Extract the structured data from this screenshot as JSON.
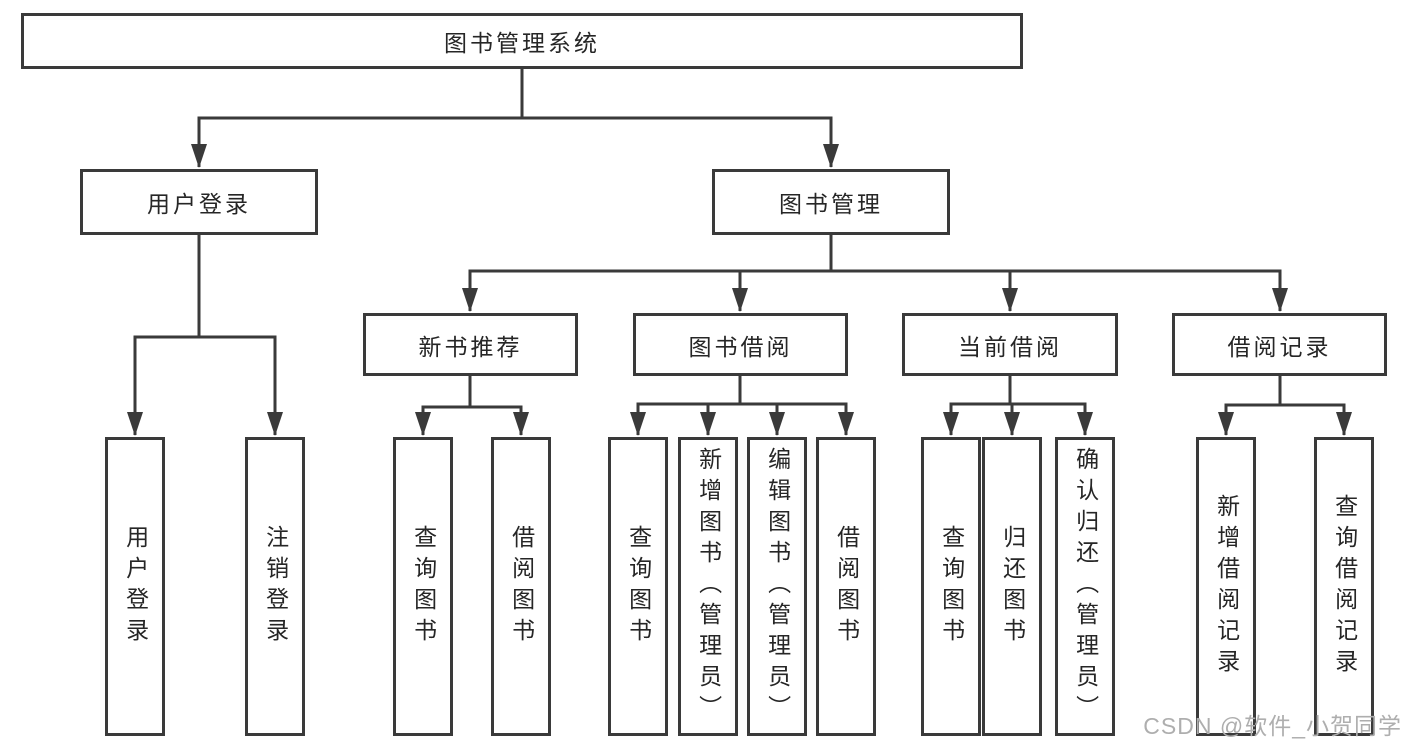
{
  "diagram_title": "图书管理系统",
  "nodes": {
    "root": "图书管理系统",
    "user_login": "用户登录",
    "book_mgmt": "图书管理",
    "new_book": "新书推荐",
    "book_borrow": "图书借阅",
    "current_borrow": "当前借阅",
    "borrow_record": "借阅记录",
    "leaf_user_login": "用户登录",
    "leaf_logout": "注销登录",
    "leaf_nb_query": "查询图书",
    "leaf_nb_borrow": "借阅图书",
    "leaf_bb_query": "查询图书",
    "leaf_bb_add": "新增图书（管理员）",
    "leaf_bb_edit": "编辑图书（管理员）",
    "leaf_bb_borrow": "借阅图书",
    "leaf_cb_query": "查询图书",
    "leaf_cb_return": "归还图书",
    "leaf_cb_confirm": "确认归还（管理员）",
    "leaf_br_add": "新增借阅记录",
    "leaf_br_query": "查询借阅记录"
  },
  "hierarchy": {
    "图书管理系统": [
      "用户登录",
      "图书管理"
    ],
    "用户登录": [
      "用户登录",
      "注销登录"
    ],
    "图书管理": [
      "新书推荐",
      "图书借阅",
      "当前借阅",
      "借阅记录"
    ],
    "新书推荐": [
      "查询图书",
      "借阅图书"
    ],
    "图书借阅": [
      "查询图书",
      "新增图书（管理员）",
      "编辑图书（管理员）",
      "借阅图书"
    ],
    "当前借阅": [
      "查询图书",
      "归还图书",
      "确认归还（管理员）"
    ],
    "借阅记录": [
      "新增借阅记录",
      "查询借阅记录"
    ]
  },
  "watermark": {
    "text": "CSDN @软件_小贺同学"
  },
  "colors": {
    "line": "#3a3a3a",
    "text": "#262626",
    "background": "#ffffff",
    "watermark": "#aeaeae"
  }
}
